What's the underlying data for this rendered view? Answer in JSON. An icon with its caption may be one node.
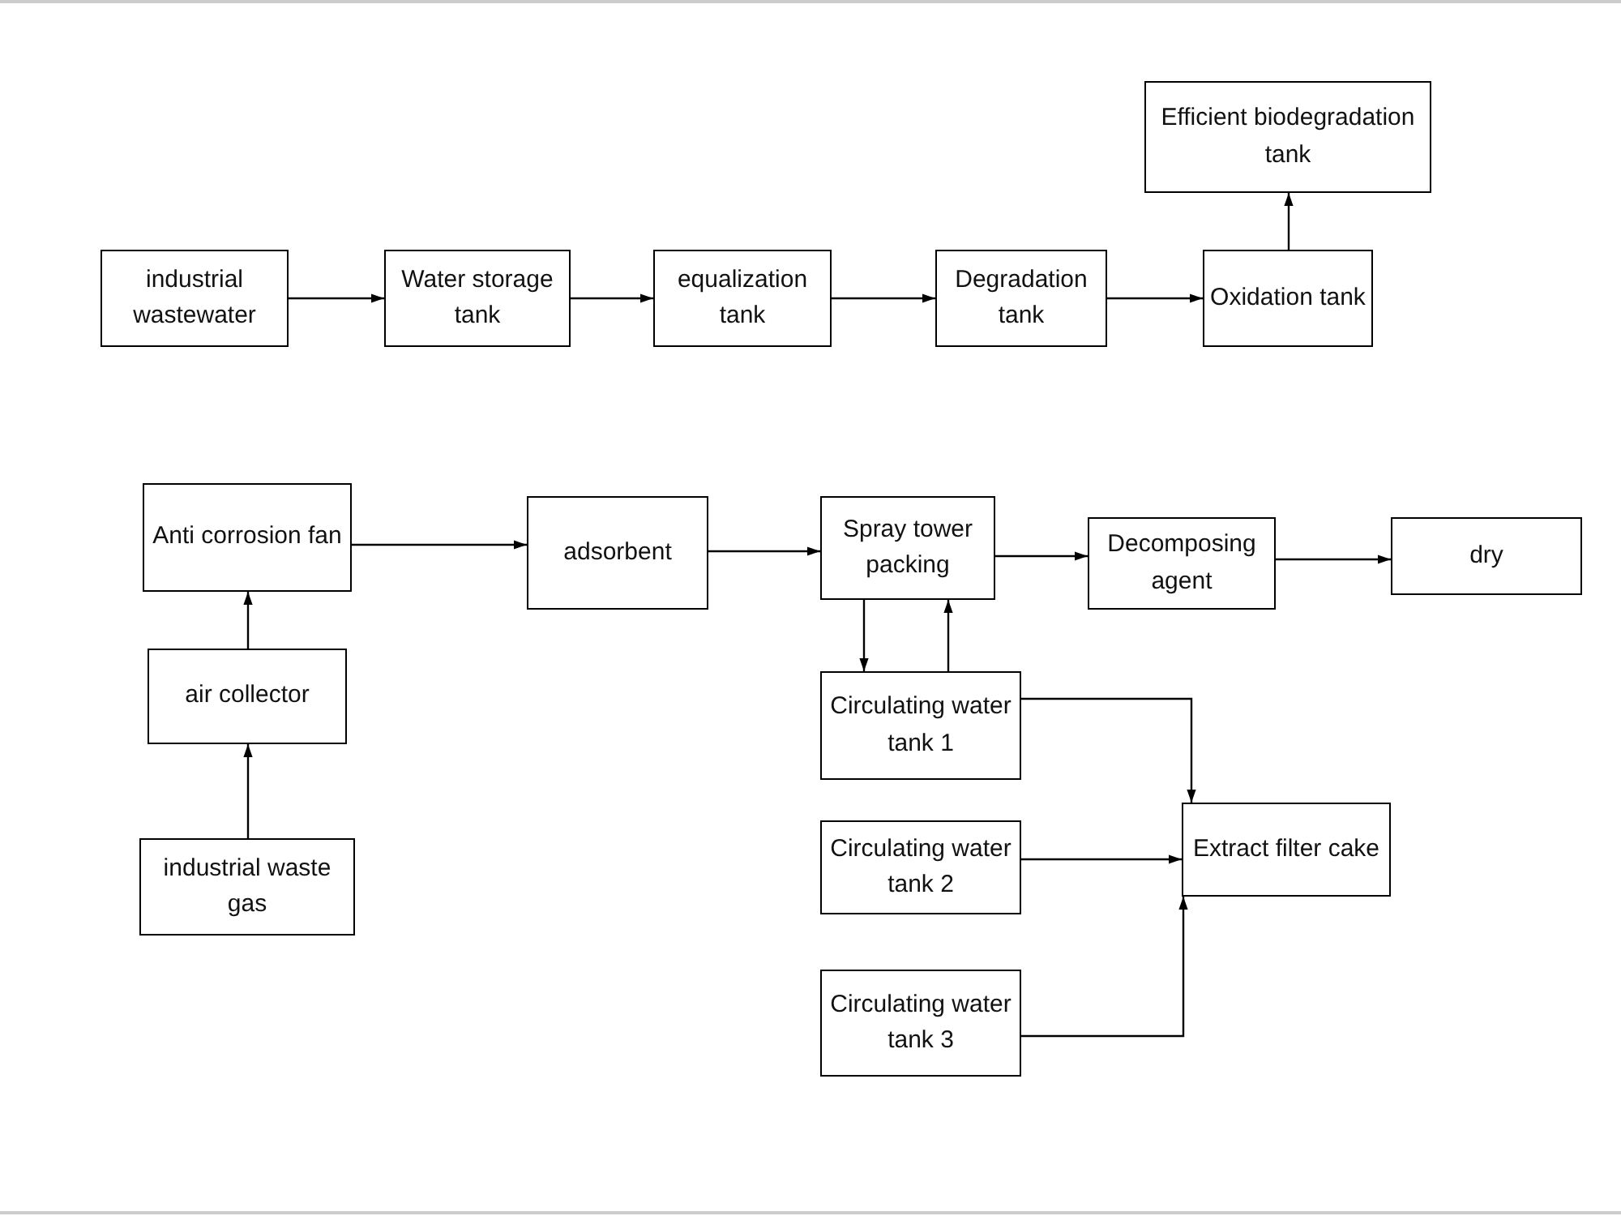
{
  "diagram": {
    "nodes": [
      {
        "text": [
          "industrial wastewater"
        ]
      },
      {
        "text": [
          "Water storage tank"
        ]
      },
      {
        "text": [
          "equalization tank"
        ]
      },
      {
        "text": [
          "Degradation tank"
        ]
      },
      {
        "text": [
          "Oxidation tank"
        ]
      },
      {
        "text": [
          "Efficient biodegradation tank"
        ]
      },
      {
        "text": [
          "Anti corrosion fan"
        ]
      },
      {
        "text": [
          "air collector"
        ]
      },
      {
        "text": [
          "industrial waste gas"
        ]
      },
      {
        "text": [
          "adsorbent"
        ]
      },
      {
        "text": [
          "Spray tower packing"
        ]
      },
      {
        "text": [
          "Decomposing agent"
        ]
      },
      {
        "text": [
          "dry"
        ]
      },
      {
        "text": [
          "Circulating water tank 1"
        ]
      },
      {
        "text": [
          "Circulating water tank 2"
        ]
      },
      {
        "text": [
          "Circulating water tank 3"
        ]
      },
      {
        "text": [
          "Extract filter cake"
        ]
      }
    ],
    "edges": [
      {
        "from": 0,
        "to": 1,
        "arrow": "to"
      },
      {
        "from": 1,
        "to": 2,
        "arrow": "to"
      },
      {
        "from": 2,
        "to": 3,
        "arrow": "to"
      },
      {
        "from": 3,
        "to": 4,
        "arrow": "to"
      },
      {
        "from": 4,
        "to": 5,
        "arrow": "to"
      },
      {
        "from": 8,
        "to": 7,
        "arrow": "to"
      },
      {
        "from": 7,
        "to": 6,
        "arrow": "to"
      },
      {
        "from": 6,
        "to": 9,
        "arrow": "to"
      },
      {
        "from": 9,
        "to": 10,
        "arrow": "to"
      },
      {
        "from": 10,
        "to": 11,
        "arrow": "to"
      },
      {
        "from": 11,
        "to": 12,
        "arrow": "to"
      },
      {
        "from": 10,
        "to": 13,
        "arrow": "to"
      },
      {
        "from": 13,
        "to": 10,
        "arrow": "to"
      },
      {
        "from": 13,
        "to": 16,
        "arrow": "to"
      },
      {
        "from": 14,
        "to": 16,
        "arrow": "to"
      },
      {
        "from": 15,
        "to": 16,
        "arrow": "to"
      }
    ]
  }
}
